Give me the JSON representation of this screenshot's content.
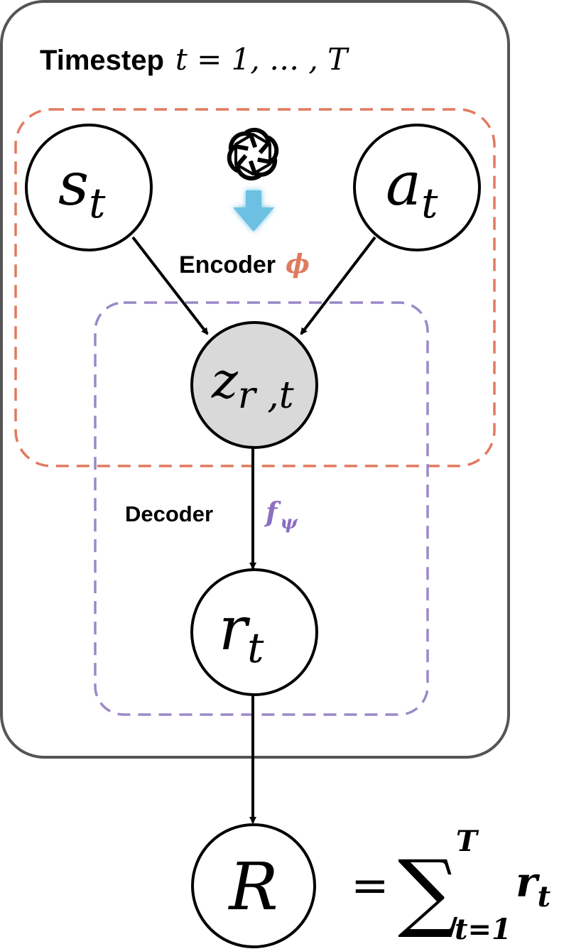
{
  "title": {
    "word": "Timestep",
    "math": "t = 1, … , T"
  },
  "nodes": {
    "state": {
      "base": "s",
      "sub": "t"
    },
    "action": {
      "base": "a",
      "sub": "t"
    },
    "latent": {
      "base": "z",
      "sub": "r ,t"
    },
    "reward": {
      "base": "r",
      "sub": "t"
    },
    "return": {
      "base": "R"
    }
  },
  "labels": {
    "encoder": "Encoder",
    "encoder_symbol": "ϕ",
    "decoder": "Decoder",
    "decoder_symbol_base": "f",
    "decoder_symbol_sub": "ψ"
  },
  "equation": {
    "equals": "=",
    "sum": "∑",
    "upper": "T",
    "lower": "t=1",
    "term_base": "r",
    "term_sub": "t"
  },
  "icons": {
    "llm_logo": "openai-logo-icon",
    "arrow": "down-arrow-icon"
  },
  "colors": {
    "encoder": "#e07a5f",
    "decoder": "#9b88c9",
    "latent_fill": "#d9d9d9",
    "arrow_icon": "#6cc0e2",
    "frame": "#555555"
  }
}
